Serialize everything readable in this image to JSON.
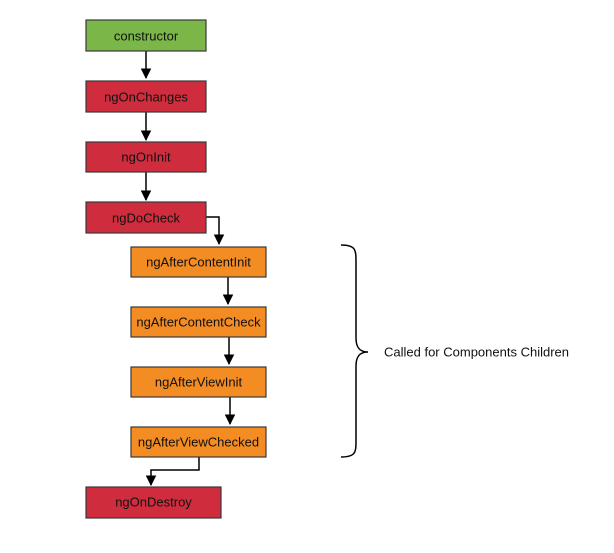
{
  "diagram": {
    "colors": {
      "start": "#7ab648",
      "lifecycle": "#cf2d3e",
      "child_hook": "#f48c24",
      "edge": "#000000"
    },
    "nodes": [
      {
        "id": "constructor",
        "label": "constructor",
        "kind": "start"
      },
      {
        "id": "ngOnChanges",
        "label": "ngOnChanges",
        "kind": "lifecycle"
      },
      {
        "id": "ngOnInit",
        "label": "ngOnInit",
        "kind": "lifecycle"
      },
      {
        "id": "ngDoCheck",
        "label": "ngDoCheck",
        "kind": "lifecycle"
      },
      {
        "id": "ngAfterContentInit",
        "label": "ngAfterContentInit",
        "kind": "child_hook"
      },
      {
        "id": "ngAfterContentCheck",
        "label": "ngAfterContentCheck",
        "kind": "child_hook"
      },
      {
        "id": "ngAfterViewInit",
        "label": "ngAfterViewInit",
        "kind": "child_hook"
      },
      {
        "id": "ngAfterViewChecked",
        "label": "ngAfterViewChecked",
        "kind": "child_hook"
      },
      {
        "id": "ngOnDestroy",
        "label": "ngOnDestroy",
        "kind": "lifecycle"
      }
    ],
    "edges": [
      {
        "from": "constructor",
        "to": "ngOnChanges"
      },
      {
        "from": "ngOnChanges",
        "to": "ngOnInit"
      },
      {
        "from": "ngOnInit",
        "to": "ngDoCheck"
      },
      {
        "from": "ngDoCheck",
        "to": "ngAfterContentInit"
      },
      {
        "from": "ngAfterContentInit",
        "to": "ngAfterContentCheck"
      },
      {
        "from": "ngAfterContentCheck",
        "to": "ngAfterViewInit"
      },
      {
        "from": "ngAfterViewInit",
        "to": "ngAfterViewChecked"
      },
      {
        "from": "ngAfterViewChecked",
        "to": "ngOnDestroy"
      }
    ],
    "group_annotation": {
      "label": "Called for Components Children",
      "spans": [
        "ngAfterContentInit",
        "ngAfterContentCheck",
        "ngAfterViewInit",
        "ngAfterViewChecked"
      ]
    }
  }
}
